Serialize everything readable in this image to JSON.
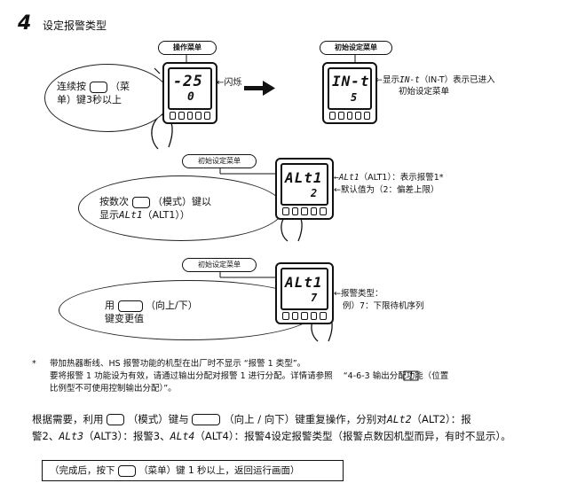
{
  "heading": {
    "number": "4",
    "title": "设定报警类型"
  },
  "step1": {
    "label_left": "操作菜单",
    "label_right": "初始设定菜单",
    "bubble_line1": "连续按",
    "bubble_line1b": "（菜",
    "bubble_line2": "单）键3秒以上",
    "lcd_left_top": "-25",
    "lcd_left_bottom": "0",
    "flash_label": "←闪烁",
    "lcd_right_top": "IN-t",
    "lcd_right_bottom": "5",
    "right_note_1": "←显示",
    "right_note_seg": "IN-t",
    "right_note_2": "（IN-T）表示已进入",
    "right_note_3": "初始设定菜单"
  },
  "step2": {
    "label": "初始设定菜单",
    "bubble_line1": "按数次",
    "bubble_line1b": "（模式）键以",
    "bubble_line2a": "显示",
    "bubble_line2_seg": "ALt1",
    "bubble_line2b": "（ALT1））",
    "lcd_top": "ALt1",
    "lcd_bottom": "2",
    "note_1_seg": "←ALt1",
    "note_1": "（ALT1）：表示报警1*",
    "note_2": "←默认值为（2：偏差上限）"
  },
  "step3": {
    "label": "初始设定菜单",
    "bubble_line1a": "用",
    "bubble_line1b": "（向上/下）",
    "bubble_line2": "键变更值",
    "lcd_top": "ALt1",
    "lcd_bottom": "7",
    "note_1": "←报警类型：",
    "note_2": "例）7：下限待机序列"
  },
  "footnote": {
    "star": "*",
    "line1": "带加热器断线、HS 报警功能的机型在出厂时不显示 “报警 1 类型”。",
    "line2": "要将报警 1 功能设为有效，请通过输出分配对报警 1 进行分配。详情请参照",
    "line2_ref": "“4-6-3 输出分配功能（位置",
    "line3": "比例型不可使用控制输出分配）”。"
  },
  "paragraph": {
    "p1a": "根据需要，利用",
    "p1b": "（模式）键与",
    "p1c": "（向上 / 向下）键重复操作，分别对",
    "p1_seg1": "ALt2",
    "p1d": "（ALT2）：报",
    "p2a": "警2、",
    "p2_seg2": "ALt3",
    "p2b": "（ALT3）：报警3、",
    "p2_seg3": "ALt4",
    "p2c": "（ALT4）：报警4设定报警类型（报警点数因机型而异，有时不显示）。"
  },
  "final_box": {
    "a": "（完成后，按下",
    "b": "（菜单）键 1 秒以上，返回运行画面）"
  }
}
